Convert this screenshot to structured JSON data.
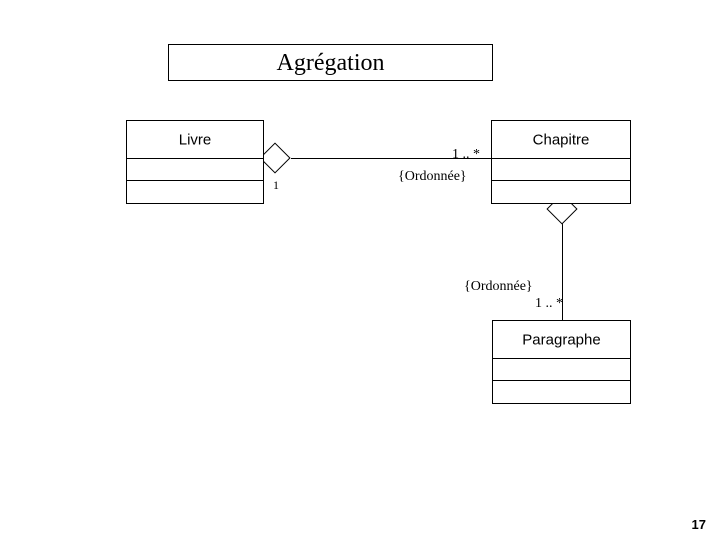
{
  "slide": {
    "title": "Agrégation",
    "page_number": "17",
    "background_color": "#ffffff",
    "line_color": "#000000"
  },
  "diagram": {
    "type": "uml-class-diagram",
    "classes": [
      {
        "id": "livre",
        "name": "Livre",
        "attributes": "",
        "operations": ""
      },
      {
        "id": "chapitre",
        "name": "Chapitre",
        "attributes": "",
        "operations": ""
      },
      {
        "id": "paragraphe",
        "name": "Paragraphe",
        "attributes": "",
        "operations": ""
      }
    ],
    "associations": [
      {
        "id": "livre-chapitre",
        "kind": "aggregation",
        "from": "Livre",
        "to": "Chapitre",
        "source_multiplicity": "1",
        "target_multiplicity": "1 .. *",
        "constraint": "{Ordonnée}"
      },
      {
        "id": "chapitre-paragraphe",
        "kind": "aggregation",
        "from": "Chapitre",
        "to": "Paragraphe",
        "source_multiplicity": "",
        "target_multiplicity": "1 .. *",
        "constraint": "{Ordonnée}"
      }
    ]
  }
}
